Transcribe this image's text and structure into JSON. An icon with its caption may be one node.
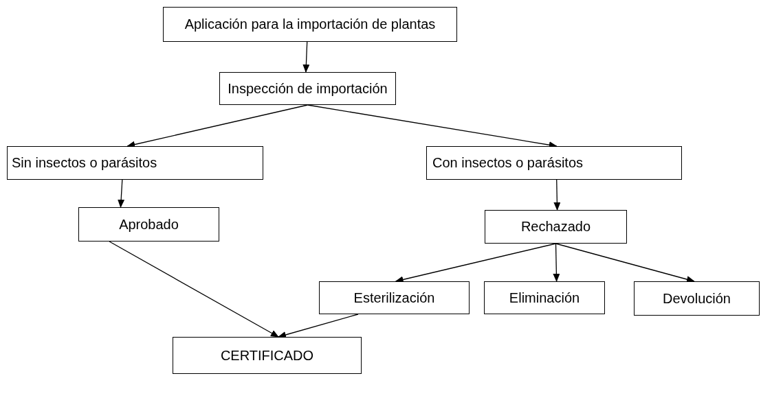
{
  "diagram": {
    "nodes": [
      {
        "text": [
          "Aplicación para la importación de plantas"
        ]
      },
      {
        "text": [
          "Inspección de importación"
        ]
      },
      {
        "text": [
          "Sin insectos o parásitos"
        ]
      },
      {
        "text": [
          "Con insectos o parásitos"
        ]
      },
      {
        "text": [
          "Aprobado"
        ]
      },
      {
        "text": [
          "Rechazado"
        ]
      },
      {
        "text": [
          "Esterilización"
        ]
      },
      {
        "text": [
          "Eliminación"
        ]
      },
      {
        "text": [
          "Devolución"
        ]
      },
      {
        "text": [
          "CERTIFICADO"
        ]
      }
    ],
    "edges": [
      {
        "from": 0,
        "to": 1,
        "arrow": "to"
      },
      {
        "from": 1,
        "to": 2,
        "arrow": "to"
      },
      {
        "from": 1,
        "to": 3,
        "arrow": "to"
      },
      {
        "from": 2,
        "to": 4,
        "arrow": "to"
      },
      {
        "from": 3,
        "to": 5,
        "arrow": "to"
      },
      {
        "from": 5,
        "to": 6,
        "arrow": "to"
      },
      {
        "from": 5,
        "to": 7,
        "arrow": "to"
      },
      {
        "from": 5,
        "to": 8,
        "arrow": "to"
      },
      {
        "from": 4,
        "to": 9,
        "arrow": "to"
      },
      {
        "from": 6,
        "to": 9,
        "arrow": "to"
      }
    ]
  }
}
